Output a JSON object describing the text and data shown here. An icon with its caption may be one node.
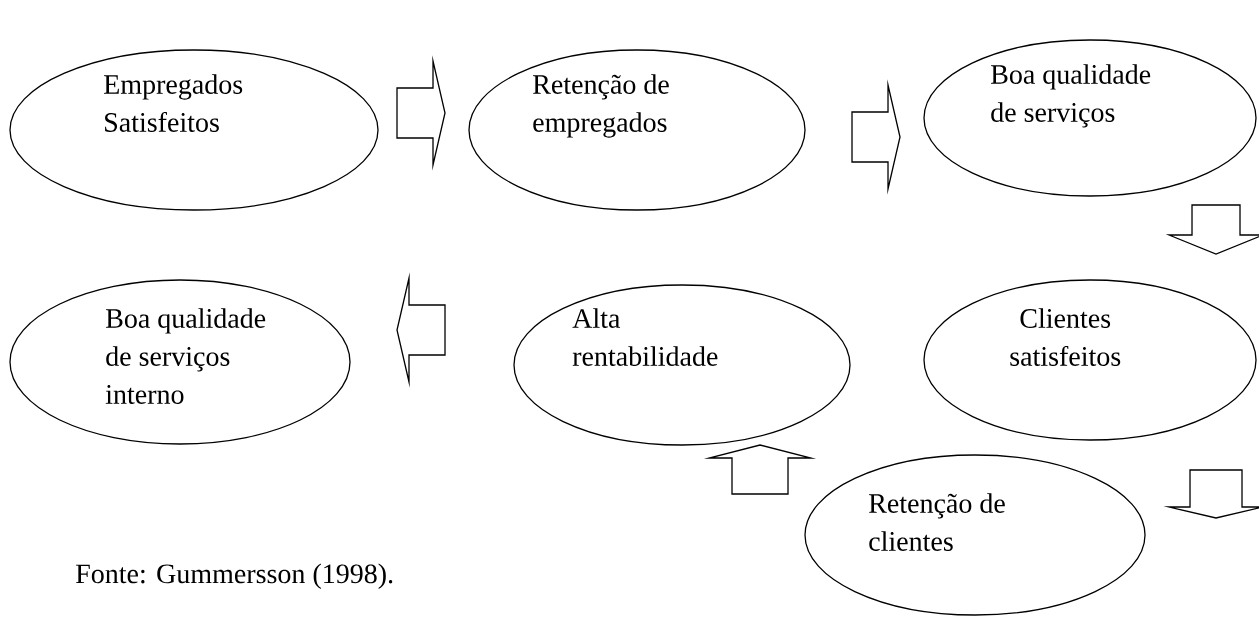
{
  "diagram": {
    "nodes": [
      {
        "text": [
          "Empregados Satisfeitos"
        ]
      },
      {
        "text": [
          "Retenção de empregados"
        ]
      },
      {
        "text": [
          "Boa qualidade de serviços"
        ]
      },
      {
        "text": [
          "Clientes satisfeitos"
        ]
      },
      {
        "text": [
          "Alta rentabilidade"
        ]
      },
      {
        "text": [
          "Boa qualidade de serviços interno"
        ]
      },
      {
        "text": [
          "Retenção de clientes"
        ]
      }
    ],
    "edges": [
      {
        "from": 0,
        "to": 1,
        "arrow": "to"
      },
      {
        "from": 1,
        "to": 2,
        "arrow": "to"
      },
      {
        "from": 2,
        "to": 3,
        "arrow": "to"
      },
      {
        "from": 3,
        "to": 6,
        "arrow": "to"
      },
      {
        "from": 6,
        "to": 4,
        "arrow": "to"
      },
      {
        "from": 4,
        "to": 5,
        "arrow": "to"
      }
    ],
    "labels": [
      "Fonte: Gummersson (1998)."
    ]
  }
}
